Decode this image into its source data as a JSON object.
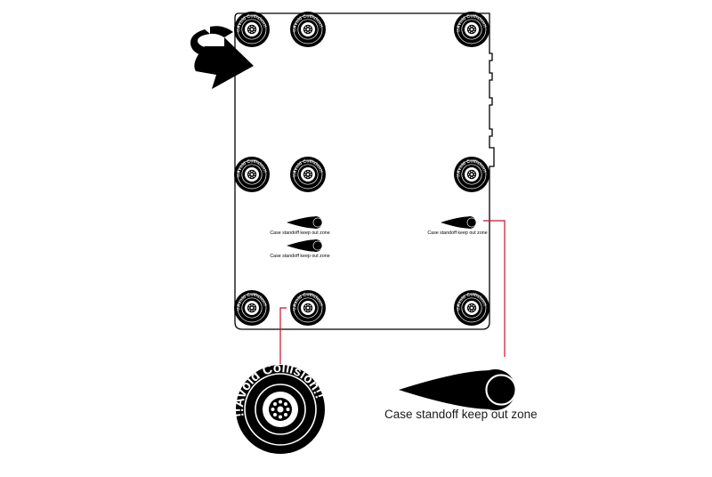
{
  "colors": {
    "ink": "#000000",
    "leader_line": "#c8102e",
    "board_fill": "#ffffff"
  },
  "icons": {
    "rotate": "rotate-arrow-icon",
    "standoff": "avoid-collision-standoff-icon",
    "keepout": "keepout-pin-icon"
  },
  "labels": {
    "avoid_collision": "!!Avoid Collision!!",
    "keepout": "Case standoff keep out zone"
  },
  "callouts": {
    "standoff_text": "!!Avoid Collision!!",
    "keepout_text": "Case standoff keep out zone"
  }
}
